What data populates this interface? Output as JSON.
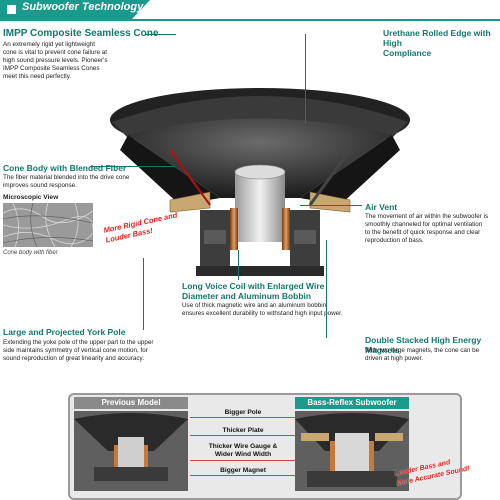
{
  "header": {
    "title": "Subwoofer Technology"
  },
  "impp": {
    "title": "IMPP Composite Seamless Cone",
    "body": [
      "An extremely rigid yet lightweight",
      "cone is vital to prevent cone failure at",
      "high sound pressure levels. Pioneer's",
      "IMPP Composite Seamless Cones",
      "meet this need perfectly."
    ]
  },
  "urethane": {
    "title": [
      "Urethane Rolled Edge with High",
      "Compliance"
    ]
  },
  "cone_body": {
    "title": "Cone Body with Blended Fiber",
    "body": [
      "The fiber material blended into the drive cone",
      "improves sound response."
    ]
  },
  "microscopic": {
    "title": "Microscopic View",
    "caption": "Cone body with fiber"
  },
  "callout_rigid": [
    "More Rigid Cone and",
    "Louder Bass!"
  ],
  "air_vent": {
    "title": "Air Vent",
    "body": [
      "The movement of air within the subwoofer is",
      "smoothly channeled for optimal ventilation",
      "to the benefit of quick response and clear",
      "reproduction of bass."
    ]
  },
  "voice_coil": {
    "title": [
      "Long Voice Coil with Enlarged Wire",
      "Diameter and Aluminum Bobbin"
    ],
    "body": [
      "Use of thick magnetic wire and an aluminum bobbin",
      "ensures excellent durability to withstand high input power."
    ]
  },
  "york_pole": {
    "title": "Large and Projected York Pole",
    "body": [
      "Extending the yoke pole of the upper part to the upper",
      "side maintains symmetry of vertical cone motion, for",
      "sound reproduction of great linearity and accuracy."
    ]
  },
  "magnets": {
    "title": "Double Stacked High Energy Magnets",
    "body": [
      "With two large magnets, the cone can be",
      "driven at high power."
    ]
  },
  "compare": {
    "left_title": "Previous Model",
    "right_title": "Bass-Reflex Subwoofer",
    "labels": [
      "Bigger Pole",
      "Thicker Plate",
      "Thicker Wire Gauge &",
      "Wider Wind Width",
      "Bigger Magnet"
    ],
    "callout": [
      "Louder Bass and",
      "More Accurate Sound!"
    ]
  }
}
